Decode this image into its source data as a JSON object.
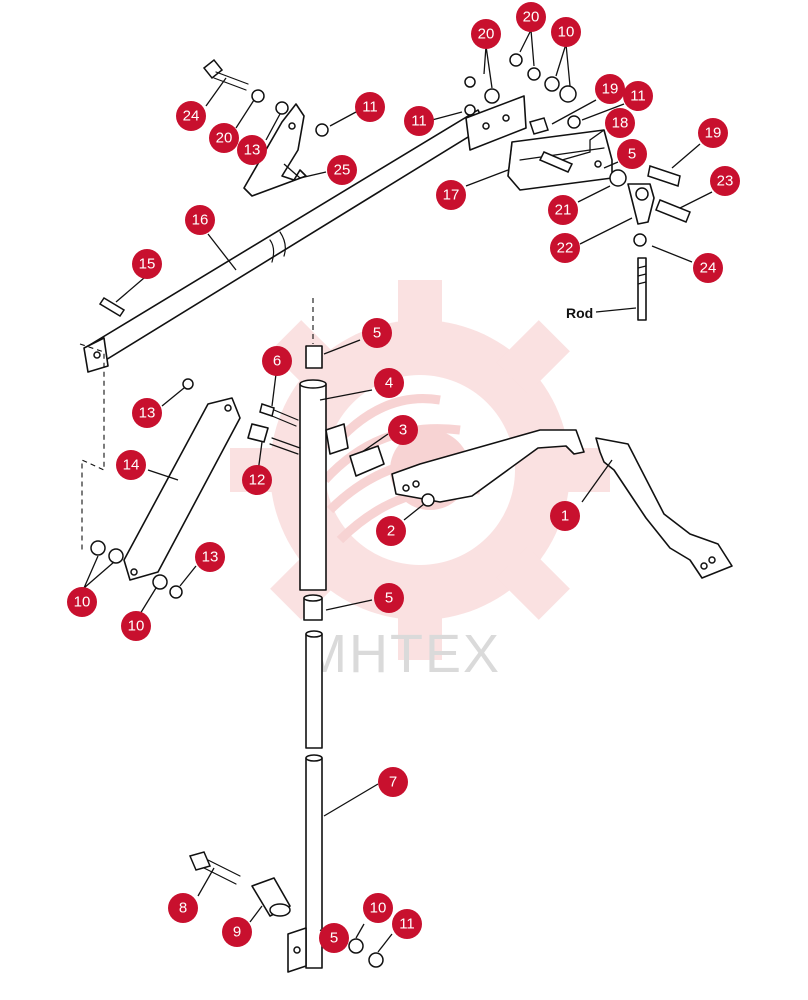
{
  "figure": {
    "watermark_text": "МНТЕХ",
    "rod_label": "Rod",
    "callout_color": "#c8102e",
    "watermark_color": "#f2b8b8"
  },
  "callouts": [
    {
      "number": "20"
    },
    {
      "number": "10"
    },
    {
      "number": "20"
    },
    {
      "number": "24"
    },
    {
      "number": "20"
    },
    {
      "number": "13"
    },
    {
      "number": "11"
    },
    {
      "number": "11"
    },
    {
      "number": "19"
    },
    {
      "number": "11"
    },
    {
      "number": "18"
    },
    {
      "number": "5"
    },
    {
      "number": "25"
    },
    {
      "number": "17"
    },
    {
      "number": "19"
    },
    {
      "number": "23"
    },
    {
      "number": "21"
    },
    {
      "number": "22"
    },
    {
      "number": "24"
    },
    {
      "number": "16"
    },
    {
      "number": "15"
    },
    {
      "number": "5"
    },
    {
      "number": "6"
    },
    {
      "number": "4"
    },
    {
      "number": "13"
    },
    {
      "number": "3"
    },
    {
      "number": "14"
    },
    {
      "number": "12"
    },
    {
      "number": "2"
    },
    {
      "number": "1"
    },
    {
      "number": "13"
    },
    {
      "number": "10"
    },
    {
      "number": "10"
    },
    {
      "number": "5"
    },
    {
      "number": "7"
    },
    {
      "number": "8"
    },
    {
      "number": "9"
    },
    {
      "number": "10"
    },
    {
      "number": "5"
    },
    {
      "number": "11"
    }
  ]
}
